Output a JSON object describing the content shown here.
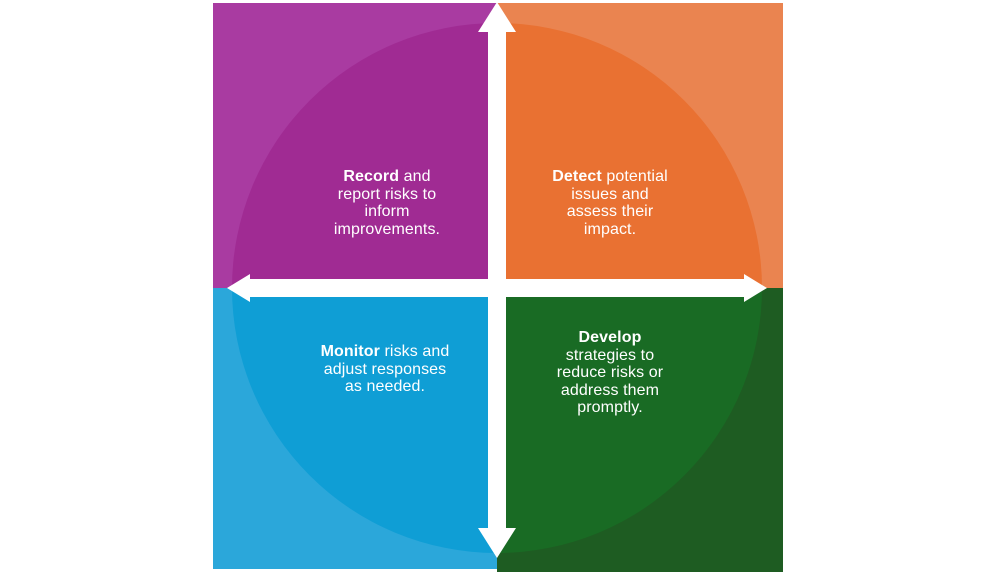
{
  "background_color": "#FFFFFF",
  "arrow_color": "#FFFFFF",
  "text_color": "#FFFFFF",
  "quadrants": [
    {
      "name": "record",
      "position": "top-left",
      "color": "#A02B93",
      "corner_color": "#A93BA1",
      "bold": "Record",
      "line1_rest": " and",
      "lines": [
        "report risks to",
        "inform",
        "improvements."
      ]
    },
    {
      "name": "detect",
      "position": "top-right",
      "color": "#E97132",
      "corner_color": "#EA8450",
      "bold": "Detect",
      "line1_rest": " potential",
      "lines": [
        "issues and",
        "assess their",
        "impact."
      ]
    },
    {
      "name": "monitor",
      "position": "bottom-left",
      "color": "#0F9ED5",
      "corner_color": "#2BA7DA",
      "bold": "Monitor",
      "line1_rest": " risks and",
      "lines": [
        "adjust responses",
        "as needed."
      ]
    },
    {
      "name": "develop",
      "position": "bottom-right",
      "color": "#196B24",
      "corner_color": "#1E5C22",
      "bold": "Develop",
      "line1_rest": "",
      "lines": [
        "strategies to",
        "reduce risks or",
        "address them",
        "promptly."
      ]
    }
  ]
}
